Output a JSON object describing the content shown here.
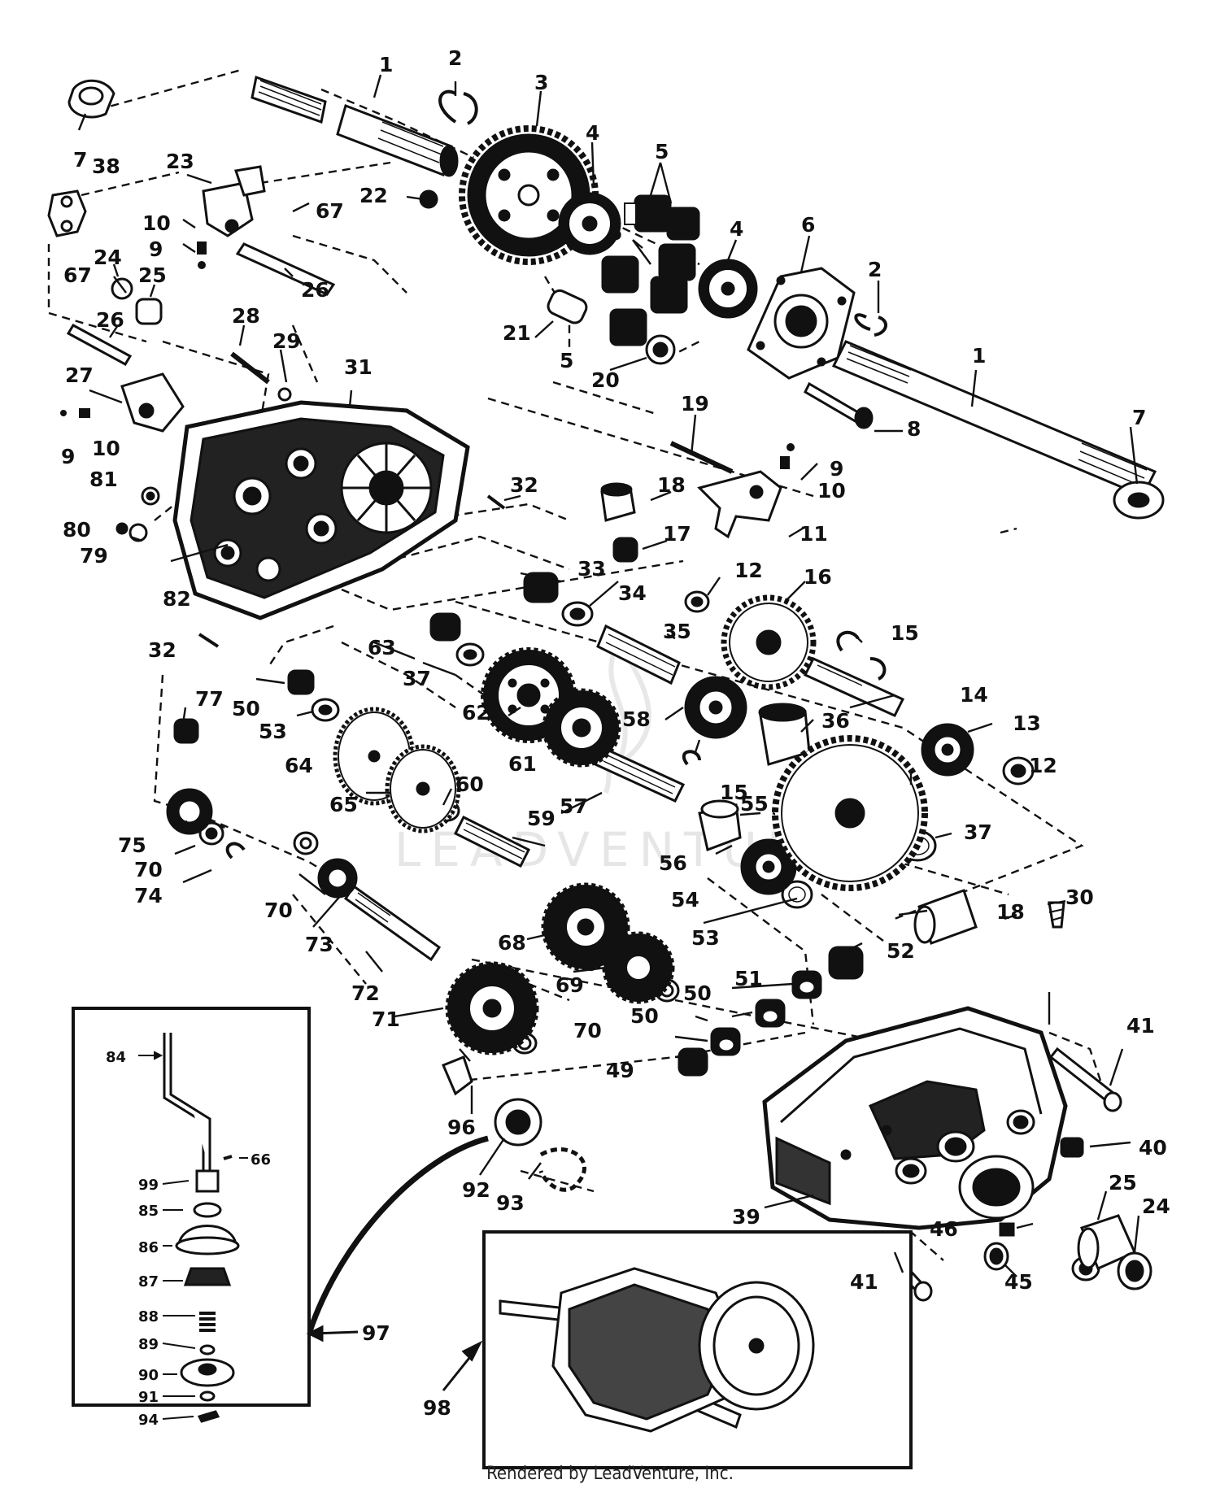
{
  "footer": "Rendered by LeadVenture, Inc.",
  "watermark": "LEADVENTURE",
  "colors": {
    "ink": "#111111",
    "paper": "#ffffff",
    "watermark": "#e6e6e6"
  },
  "parts": [
    "1",
    "1",
    "2",
    "2",
    "3",
    "4",
    "4",
    "5",
    "5",
    "5",
    "5",
    "6",
    "7",
    "7",
    "38",
    "23",
    "67",
    "67",
    "10",
    "10",
    "10",
    "9",
    "9",
    "9",
    "24",
    "24",
    "25",
    "25",
    "26",
    "26",
    "28",
    "29",
    "27",
    "22",
    "21",
    "20",
    "8",
    "31",
    "19",
    "18",
    "18",
    "17",
    "11",
    "81",
    "80",
    "79",
    "32",
    "32",
    "82",
    "33",
    "34",
    "12",
    "12",
    "16",
    "15",
    "15",
    "35",
    "14",
    "13",
    "63",
    "37",
    "37",
    "62",
    "58",
    "36",
    "50",
    "50",
    "50",
    "53",
    "53",
    "77",
    "64",
    "61",
    "65",
    "60",
    "57",
    "55",
    "75",
    "70",
    "70",
    "70",
    "74",
    "59",
    "56",
    "54",
    "73",
    "72",
    "68",
    "69",
    "71",
    "52",
    "51",
    "49",
    "30",
    "41",
    "41",
    "40",
    "39",
    "46",
    "45",
    "96",
    "92",
    "93",
    "97",
    "98",
    "84",
    "66",
    "99",
    "85",
    "86",
    "87",
    "88",
    "89",
    "90",
    "91",
    "94"
  ]
}
